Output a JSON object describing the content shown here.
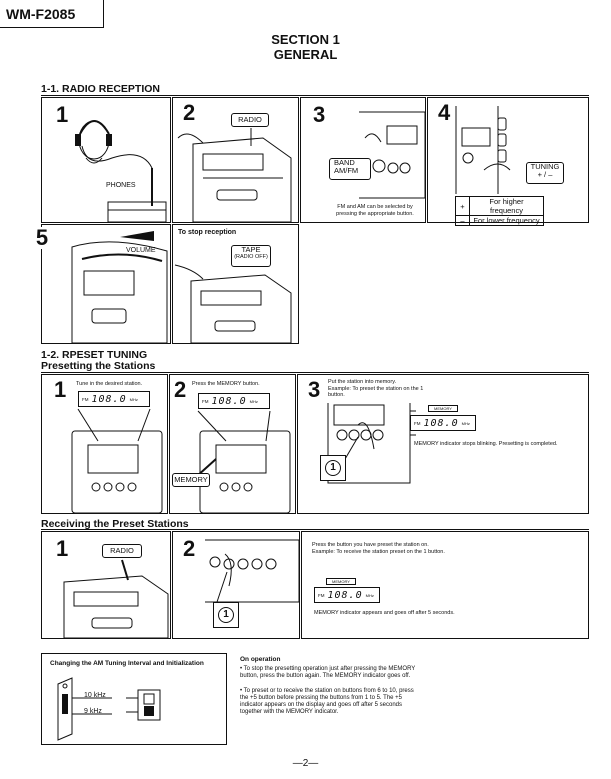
{
  "header": {
    "model": "WM-F2085",
    "section": "SECTION 1",
    "section_name": "GENERAL"
  },
  "radio_reception": {
    "heading": "1-1.  RADIO RECEPTION",
    "step_numbers": [
      "1",
      "2",
      "3",
      "4",
      "5"
    ],
    "phones_label": "PHONES",
    "radio_label": "RADIO",
    "band_label": "BAND\nAM/FM",
    "band_note": "FM and AM can be selected by pressing the appropriate button.",
    "tuning_label": "TUNING\n+ / –",
    "tuning_table": [
      {
        "symbol": "+",
        "text": "For higher frequency"
      },
      {
        "symbol": "–",
        "text": "For lower frequency"
      }
    ],
    "volume_label": "VOLUME",
    "stop_heading": "To stop reception",
    "tape_label": "TAPE",
    "radio_off_label": "(RADIO OFF)"
  },
  "preset_tuning": {
    "heading": "1-2.  RPESET TUNING",
    "subheading": "Presetting the Stations",
    "step1_text": "Tune in the desired station.",
    "step2_text": "Press the MEMORY button.",
    "step3_text": "Put the station into memory.\nExample: To preset the station on the 1 button.",
    "display_band": "FM",
    "display_freq": "108.0",
    "display_unit": "MHz",
    "memory_label": "MEMORY",
    "memory_indicator": "MEMORY",
    "preset_button": "1",
    "step3_result": "MEMORY indicator stops blinking. Presetting is completed."
  },
  "receiving": {
    "heading": "Receiving the Preset Stations",
    "radio_label": "RADIO",
    "step2_text": "Press the button you have preset the station on.\nExample: To receive the station preset on the 1 button.",
    "preset_button": "1",
    "result_text": "MEMORY indicator appears and goes off after 5 seconds."
  },
  "am_interval": {
    "heading": "Changing the AM Tuning Interval and Initialization",
    "label_10": "10 kHz",
    "label_9": "9 kHz"
  },
  "on_operation": {
    "heading": "On operation",
    "bullets": [
      "• To stop the presetting operation just after pressing the MEMORY button, press the button again. The MEMORY indicator goes off.",
      "• To preset or to receive the station on buttons from 6 to 10, press the +5 button before pressing the buttons from 1 to 5. The +5 indicator appears on the display and goes off after 5 seconds together with the MEMORY indicator."
    ]
  },
  "page_number": "—2—"
}
